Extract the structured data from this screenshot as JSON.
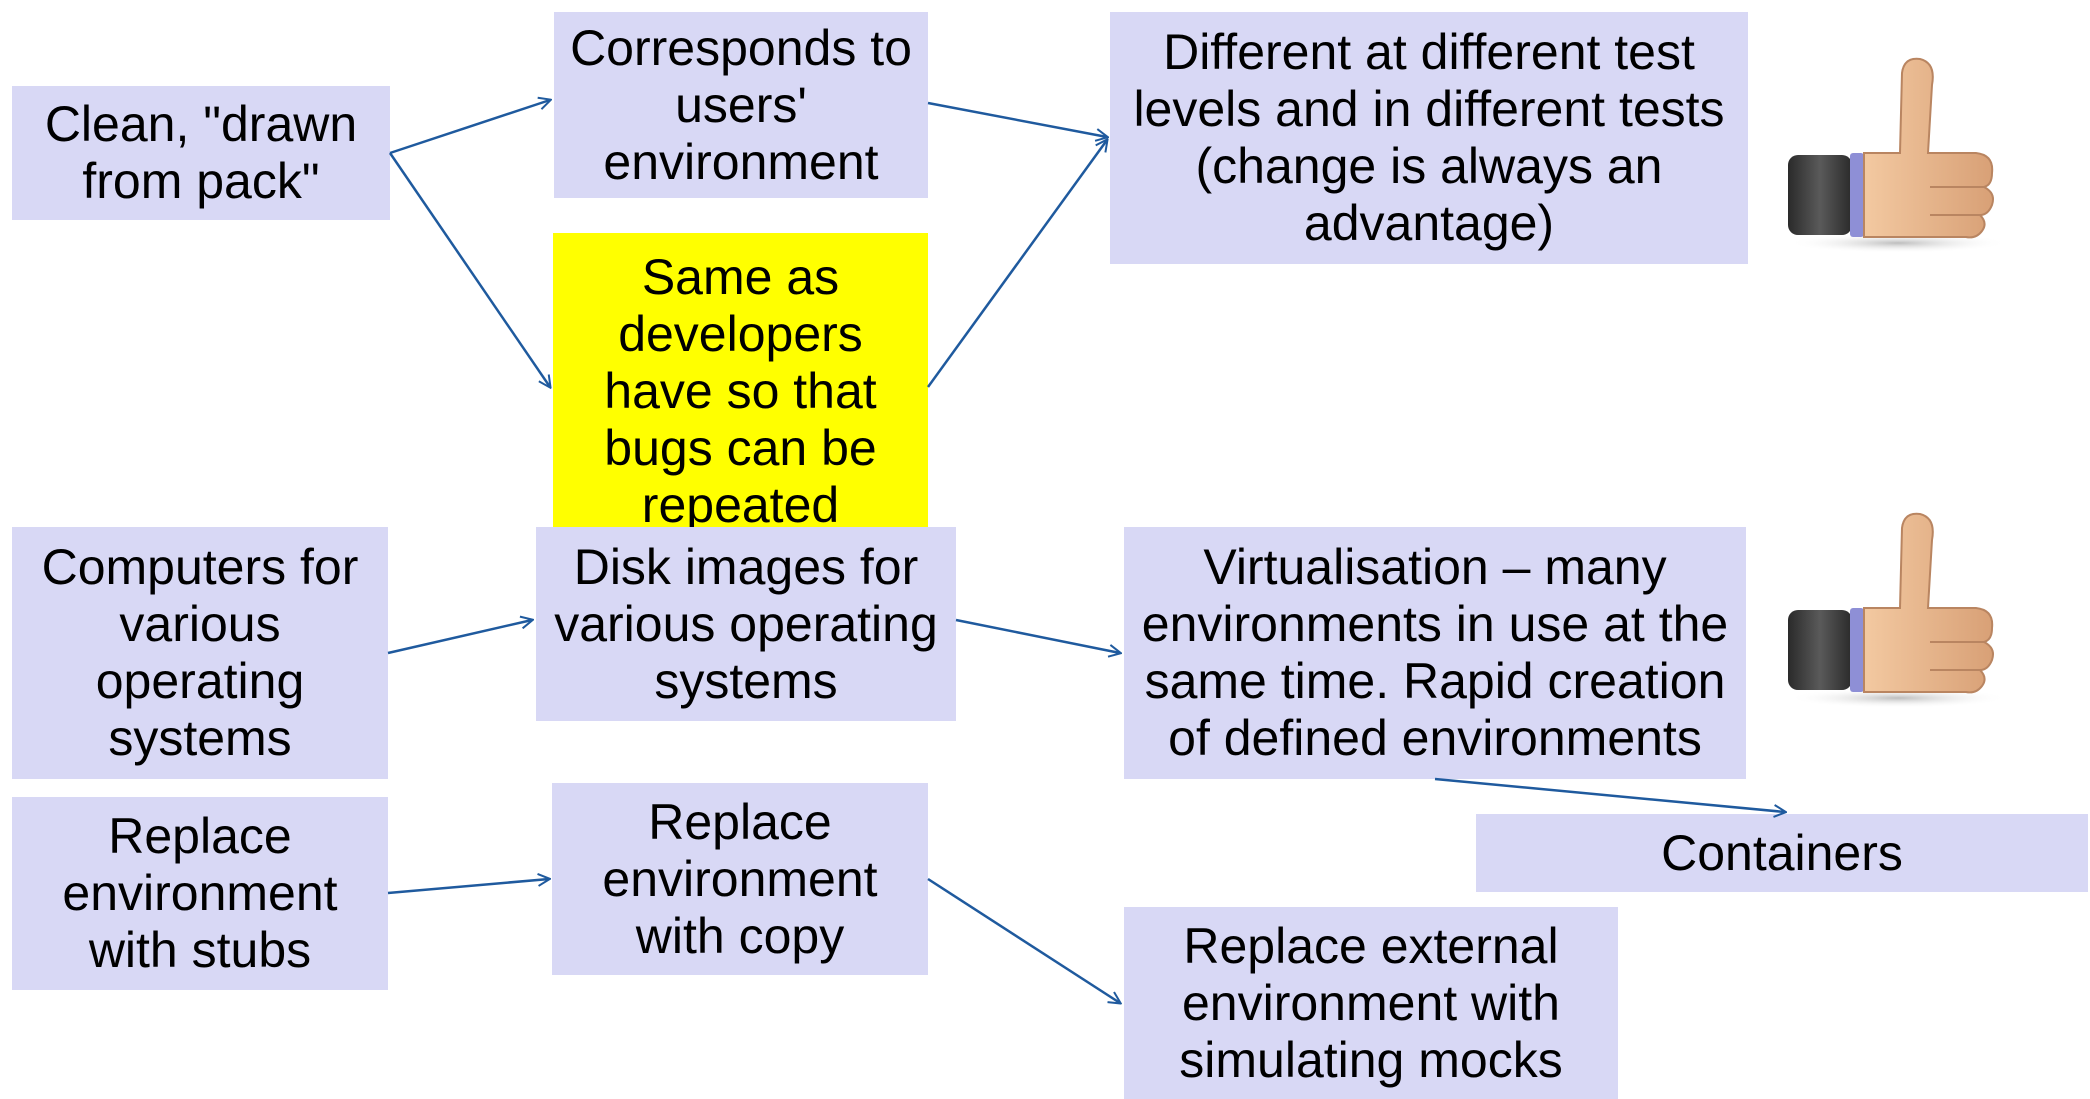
{
  "boxes": {
    "clean": "Clean, \"drawn\nfrom pack\"",
    "corresponds": "Corresponds to\nusers'\nenvironment",
    "same_as_dev": "Same as\ndevelopers\nhave so that\nbugs can be\nrepeated",
    "different": "Different at different test\nlevels and in different tests\n(change is always an\nadvantage)",
    "computers": "Computers for\nvarious\noperating\nsystems",
    "disk_images": "Disk images for\nvarious operating\nsystems",
    "virtualisation": "Virtualisation – many\nenvironments in use at the\nsame time. Rapid creation\nof defined environments",
    "containers": "Containers",
    "replace_stubs": "Replace\nenvironment\nwith stubs",
    "replace_copy": "Replace\nenvironment\nwith copy",
    "replace_mocks": "Replace external\nenvironment with\nsimulating mocks"
  },
  "icons": [
    "thumbs-up-icon",
    "thumbs-up-icon"
  ],
  "colors": {
    "box_fill": "#d8d8f5",
    "highlight_fill": "#ffff00",
    "arrow": "#1f5a9e"
  }
}
